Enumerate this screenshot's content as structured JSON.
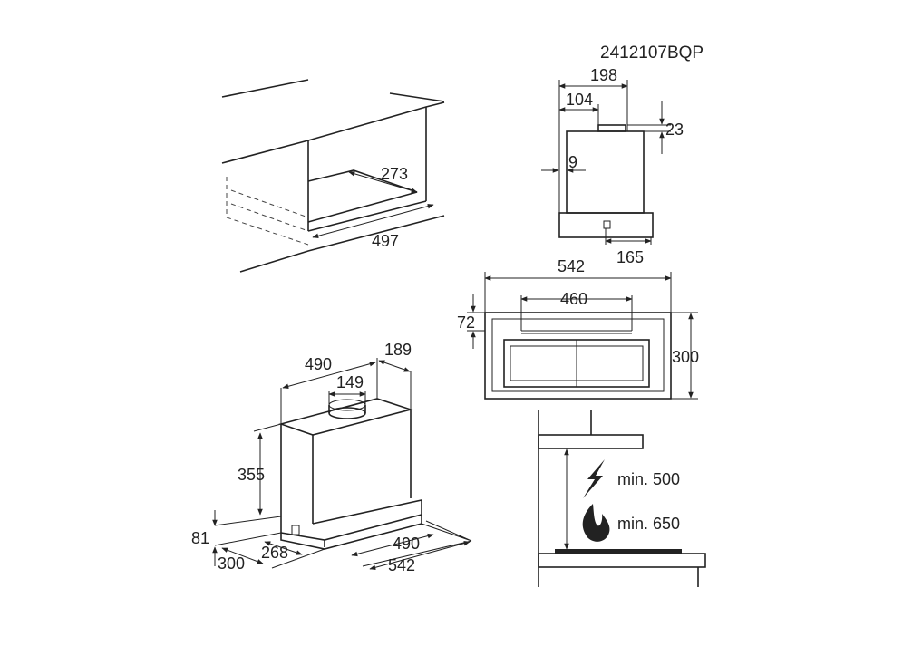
{
  "model_code": "2412107BQP",
  "cabinet_view": {
    "depth": "273",
    "width": "497"
  },
  "front_view": {
    "width": "198",
    "outlet_offset": "104",
    "outlet_height": "23",
    "side_gap": "9",
    "control_width": "165"
  },
  "bottom_view": {
    "total_width": "542",
    "filter_width": "460",
    "front_depth": "72",
    "total_depth": "300"
  },
  "iso_view": {
    "top_width": "490",
    "top_depth": "189",
    "outlet_diameter": "149",
    "height": "355",
    "front_height": "81",
    "depth_extended": "300",
    "depth_retracted": "268",
    "bottom_width": "490",
    "total_width": "542"
  },
  "clearance": {
    "electric_label": "min. 500",
    "gas_label": "min. 650"
  },
  "icons": {
    "electric": "lightning-icon",
    "gas": "flame-icon"
  }
}
